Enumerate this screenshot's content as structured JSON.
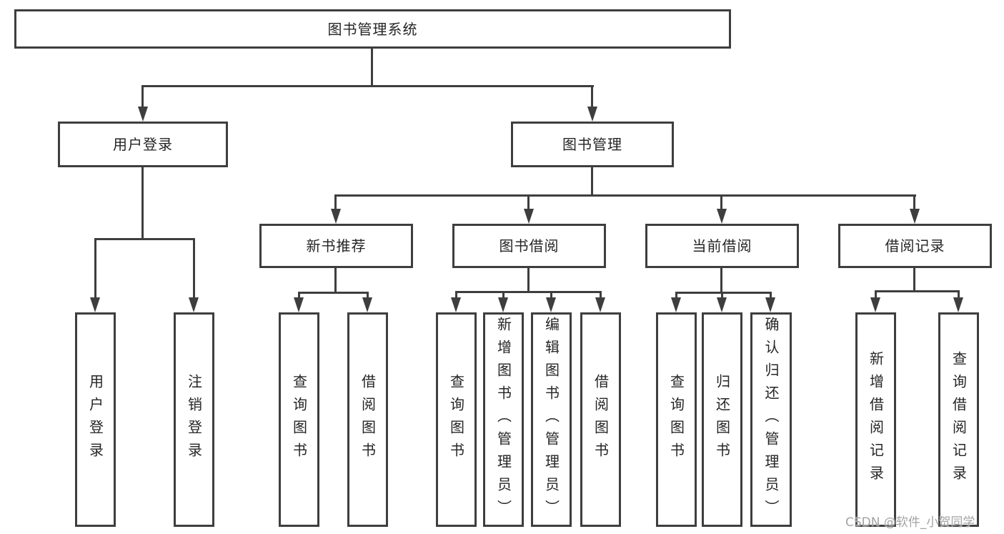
{
  "colors": {
    "line": "#3e3e3e",
    "text": "#252525",
    "background": "#ffffff",
    "watermark": "#a3a3a3"
  },
  "tree": {
    "root": "图书管理系统",
    "branches": [
      {
        "label": "用户登录",
        "children": [
          "用户登录",
          "注销登录"
        ]
      },
      {
        "label": "图书管理",
        "groups": [
          {
            "label": "新书推荐",
            "children": [
              "查询图书",
              "借阅图书"
            ]
          },
          {
            "label": "图书借阅",
            "children": [
              "查询图书",
              "新增图书（管理员）",
              "编辑图书（管理员）",
              "借阅图书"
            ]
          },
          {
            "label": "当前借阅",
            "children": [
              "查询图书",
              "归还图书",
              "确认归还（管理员）"
            ]
          },
          {
            "label": "借阅记录",
            "children": [
              "新增借阅记录",
              "查询借阅记录"
            ]
          }
        ]
      }
    ]
  },
  "watermark": "CSDN @软件_小贺同学"
}
